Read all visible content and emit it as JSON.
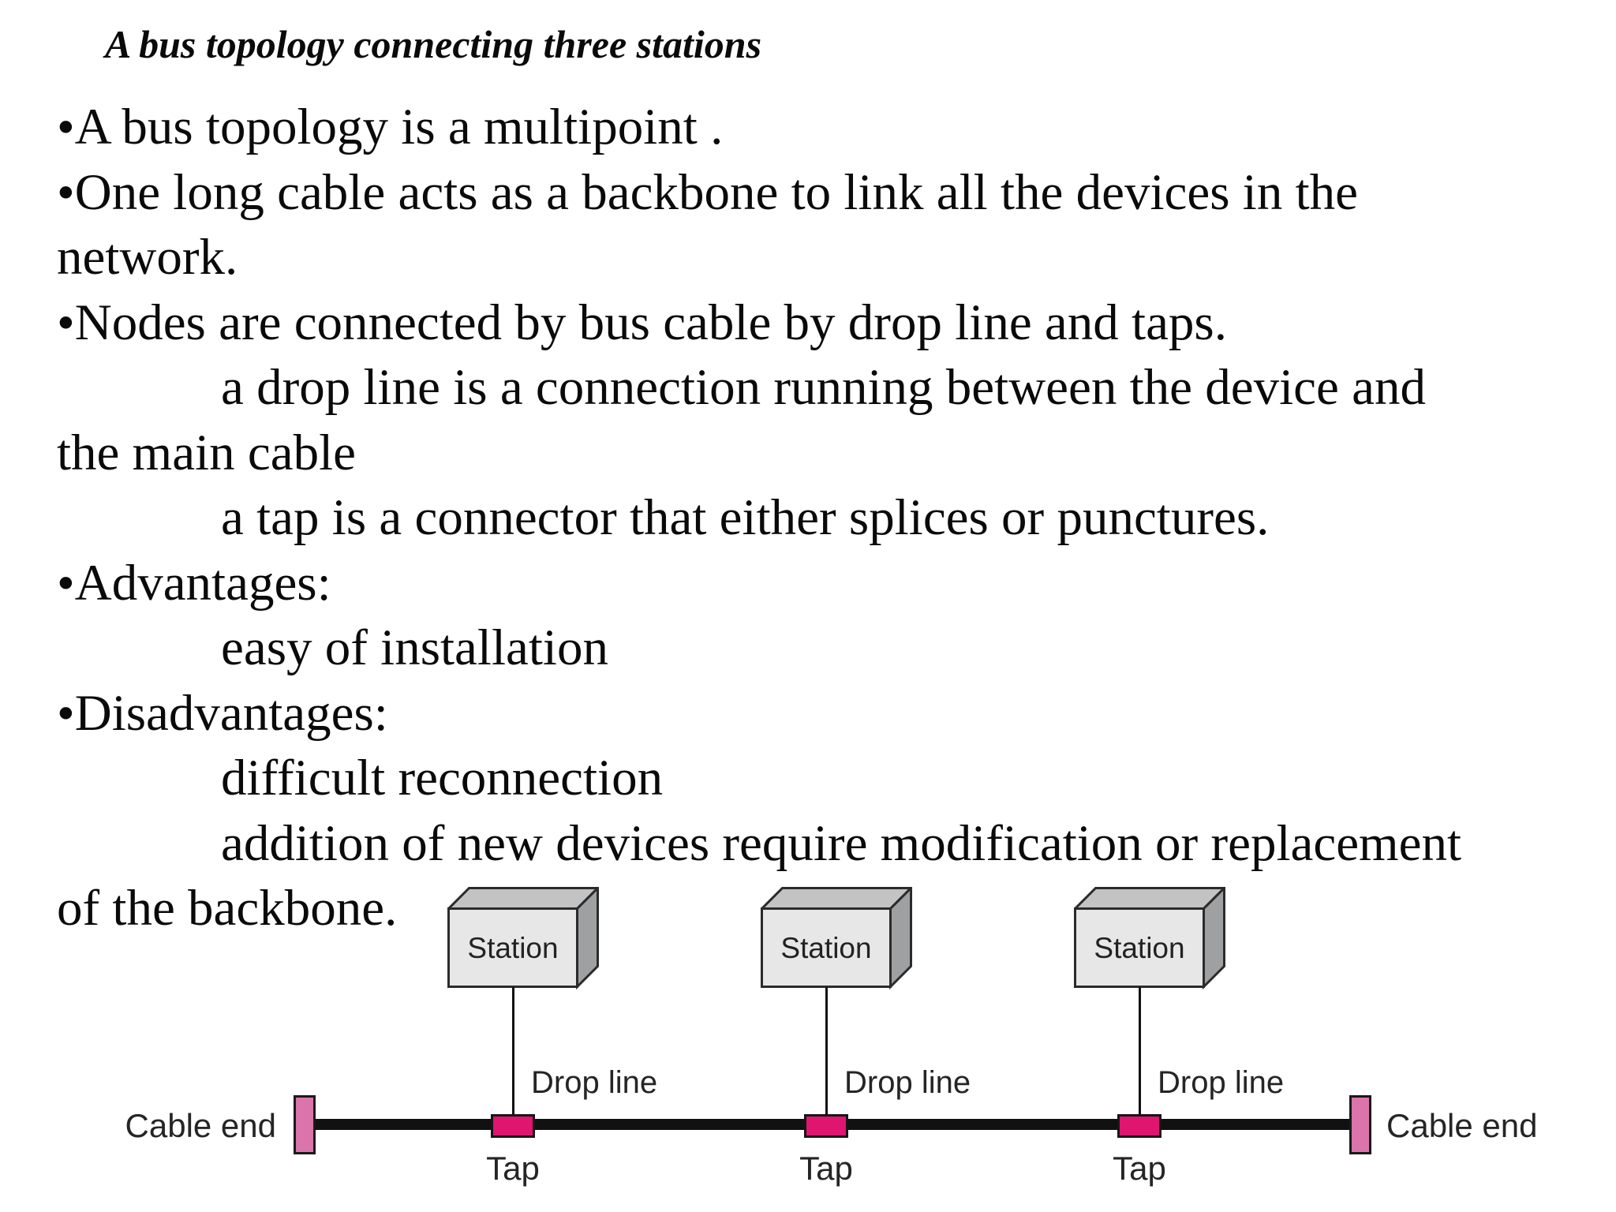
{
  "slide": {
    "title": "A bus topology connecting three stations",
    "body_lines": [
      {
        "text": "•A bus topology is a multipoint .",
        "indent": false
      },
      {
        "text": "•One long cable acts as a backbone to link all the devices in the",
        "indent": false
      },
      {
        "text": "network.",
        "indent": false
      },
      {
        "text": "•Nodes are connected by bus cable by drop line and taps.",
        "indent": false
      },
      {
        "text": "a drop line is a connection running between the device and",
        "indent": true
      },
      {
        "text": "the main cable",
        "indent": false
      },
      {
        "text": "a tap is a connector that either splices or punctures.",
        "indent": true
      },
      {
        "text": "•Advantages:",
        "indent": false
      },
      {
        "text": "easy of installation",
        "indent": true
      },
      {
        "text": "•Disadvantages:",
        "indent": false
      },
      {
        "text": "difficult reconnection",
        "indent": true
      },
      {
        "text": "addition of new devices require modification or replacement",
        "indent": true
      },
      {
        "text": "of the backbone.",
        "indent": false
      }
    ]
  },
  "diagram": {
    "station_count": 3,
    "station_label": "Station",
    "drop_line_label": "Drop line",
    "tap_label": "Tap",
    "cable_end_left_label": "Cable end",
    "cable_end_right_label": "Cable end",
    "colors": {
      "tap_fill": "#e0156f",
      "cable_end_fill": "#db74ab",
      "station_front": "#e7e7e7",
      "station_top": "#c3c3c3",
      "station_side": "#9fa0a1",
      "line": "#111111",
      "label_text": "#252525"
    }
  }
}
